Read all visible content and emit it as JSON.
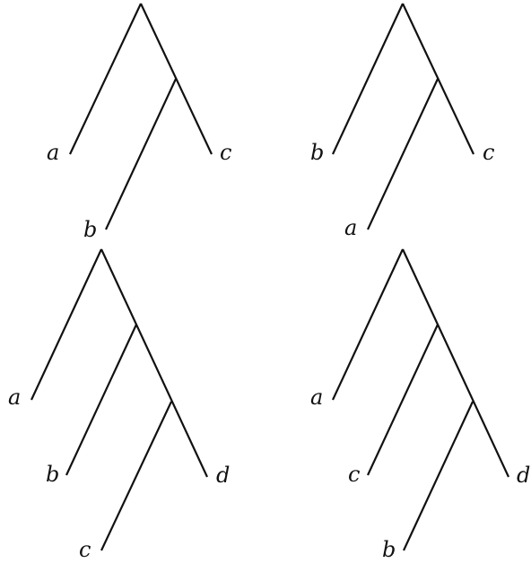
{
  "trees": [
    {
      "leaves": [
        {
          "id": "a",
          "label": "a"
        },
        {
          "id": "b",
          "label": "b"
        },
        {
          "id": "c",
          "label": "c"
        }
      ]
    },
    {
      "leaves": [
        {
          "id": "b",
          "label": "b"
        },
        {
          "id": "a",
          "label": "a"
        },
        {
          "id": "c",
          "label": "c"
        }
      ]
    },
    {
      "leaves": [
        {
          "id": "a",
          "label": "a"
        },
        {
          "id": "b",
          "label": "b"
        },
        {
          "id": "c",
          "label": "c"
        },
        {
          "id": "d",
          "label": "d"
        }
      ]
    },
    {
      "leaves": [
        {
          "id": "a",
          "label": "a"
        },
        {
          "id": "c",
          "label": "c"
        },
        {
          "id": "b",
          "label": "b"
        },
        {
          "id": "d",
          "label": "d"
        }
      ]
    }
  ]
}
